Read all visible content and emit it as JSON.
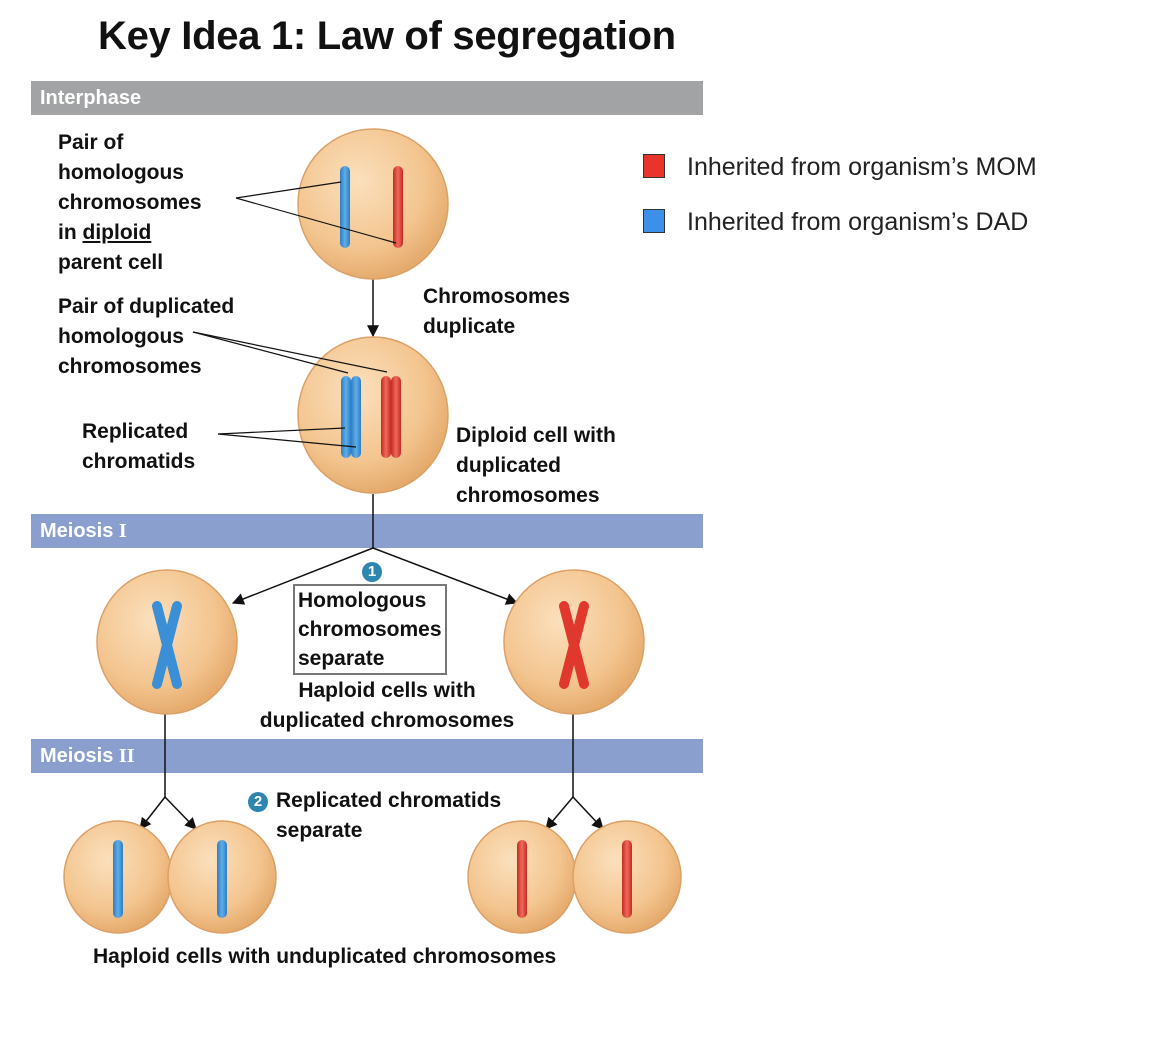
{
  "title": "Key Idea 1: Law of segregation",
  "phases": {
    "interphase": "Interphase",
    "meiosis1_prefix": "Meiosis ",
    "meiosis1_roman": "I",
    "meiosis2_prefix": "Meiosis ",
    "meiosis2_roman": "II"
  },
  "legend": [
    {
      "label": "Inherited from organism’s MOM",
      "color": "#e8342a"
    },
    {
      "label": "Inherited from organism’s DAD",
      "color": "#3d8fe8"
    }
  ],
  "labels": {
    "pair_homologous": [
      "Pair of",
      "homologous",
      "chromosomes"
    ],
    "in_word": "in ",
    "diploid_word": "diploid",
    "parent_cell": "parent cell",
    "pair_duplicated": [
      "Pair of duplicated",
      "homologous",
      "chromosomes"
    ],
    "chromosomes_duplicate": [
      "Chromosomes",
      "duplicate"
    ],
    "replicated_chromatids": [
      "Replicated",
      "chromatids"
    ],
    "diploid_cell_dup": [
      "Diploid cell with",
      "duplicated",
      "chromosomes"
    ],
    "step1_number": "1",
    "homologous_separate": [
      "Homologous",
      "chromosomes",
      "separate"
    ],
    "haploid_dup": [
      "Haploid cells with",
      "duplicated chromosomes"
    ],
    "step2_number": "2",
    "chromatids_separate": [
      "Replicated chromatids",
      "separate"
    ],
    "haploid_undup": "Haploid cells with unduplicated chromosomes"
  },
  "colors": {
    "mom": "#e0382c",
    "dad": "#3a8fd6",
    "cell": "#f3c48e",
    "step_badge": "#2e86b0"
  }
}
